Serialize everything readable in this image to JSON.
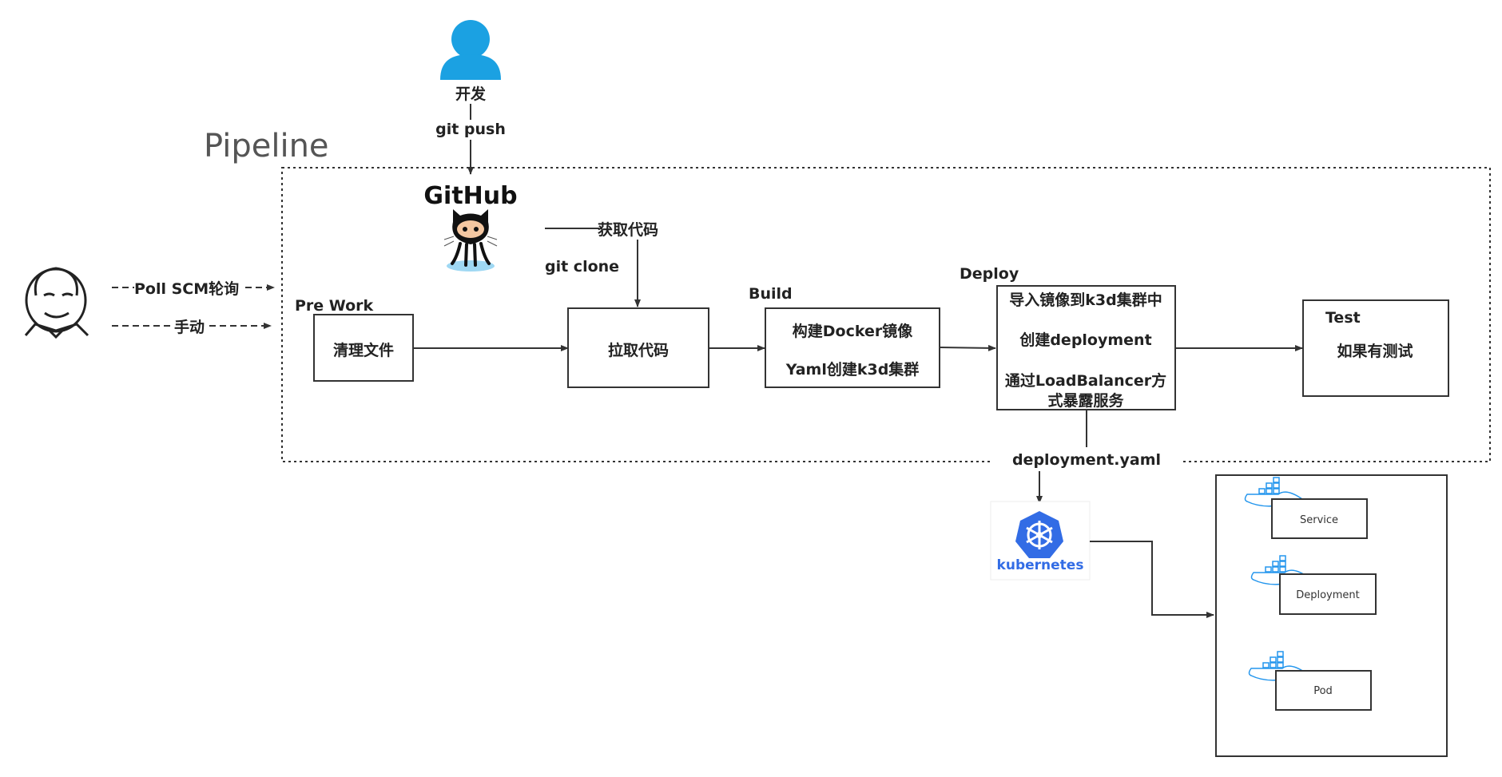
{
  "title": "Pipeline",
  "developer": {
    "label": "开发",
    "action": "git push"
  },
  "github": {
    "logo_text": "GitHub",
    "fetch_label": "获取代码",
    "clone_label": "git clone"
  },
  "jenkins": {
    "trigger_poll": "Poll SCM轮询",
    "trigger_manual": "手动"
  },
  "stages": {
    "prework": {
      "title": "Pre Work",
      "step": "清理文件"
    },
    "fetch": {
      "step": "拉取代码"
    },
    "build": {
      "title": "Build",
      "step1": "构建Docker镜像",
      "step2": "Yaml创建k3d集群"
    },
    "deploy": {
      "title": "Deploy",
      "step1": "导入镜像到k3d集群中",
      "step2": "创建deployment",
      "step3_line1": "通过LoadBalancer方",
      "step3_line2": "式暴露服务"
    },
    "test": {
      "title": "Test",
      "step": "如果有测试"
    }
  },
  "deployment_file": "deployment.yaml",
  "kubernetes": {
    "label": "kubernetes"
  },
  "resources": [
    "Service",
    "Deployment",
    "Pod"
  ],
  "colors": {
    "line": "#333333",
    "text": "#222222",
    "person": "#1ba1e2",
    "k8s": "#326ce5",
    "docker": "#2496ed",
    "title": "#555555"
  },
  "icons": [
    "person-icon",
    "github-octocat-icon",
    "jenkins-butler-icon",
    "kubernetes-wheel-icon",
    "docker-whale-icon"
  ]
}
